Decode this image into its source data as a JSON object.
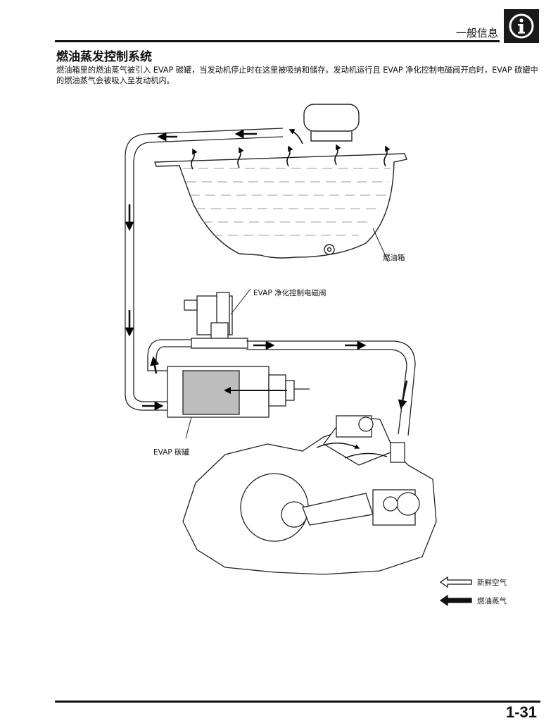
{
  "header": {
    "section_label": "一般信息",
    "info_icon": "info-icon"
  },
  "title": "燃油蒸发控制系统",
  "intro": "燃油箱里的燃油蒸气被引入 EVAP 碳罐，当发动机停止时在这里被吸纳和储存。发动机运行且 EVAP 净化控制电磁阀开启时，EVAP 碳罐中的燃油蒸气会被吸入至发动机内。",
  "diagram": {
    "labels": {
      "fuel_tank": "燃油箱",
      "purge_valve": "EVAP 净化控制电磁阀",
      "canister": "EVAP 碳罐"
    }
  },
  "legend": {
    "fresh_air": "新鲜空气",
    "fuel_vapor": "燃油蒸气",
    "fresh_air_icon": "hollow-arrow-icon",
    "fuel_vapor_icon": "solid-arrow-icon"
  },
  "footer": {
    "page_number": "1-31"
  }
}
